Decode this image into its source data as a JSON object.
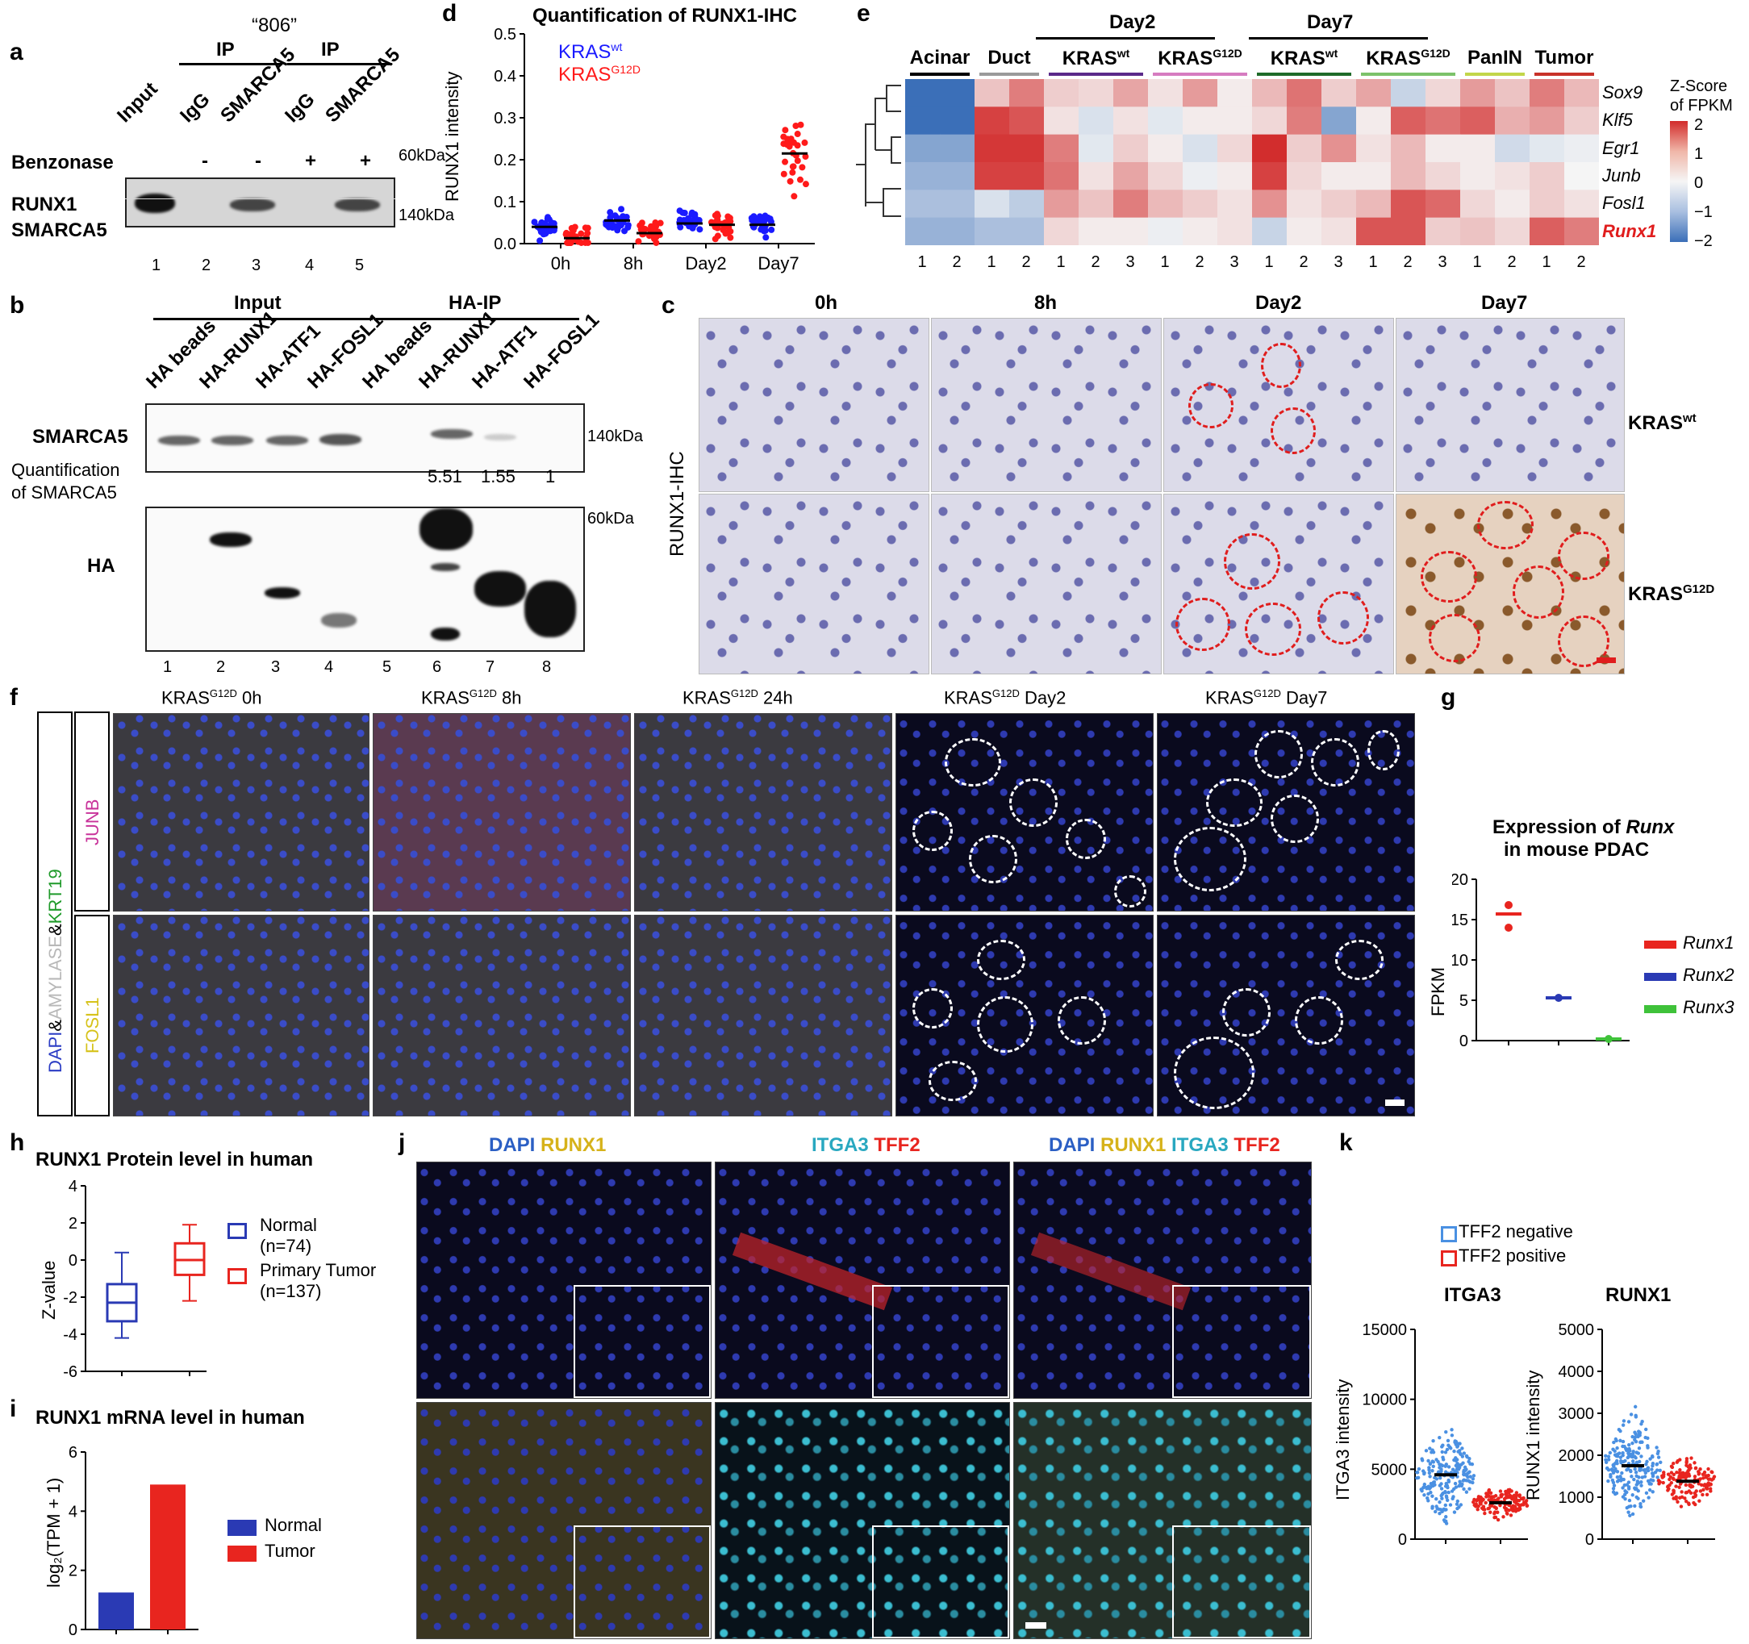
{
  "panel_labels": {
    "a": "a",
    "b": "b",
    "c": "c",
    "d": "d",
    "e": "e",
    "f": "f",
    "g": "g",
    "h": "h",
    "i": "i",
    "j": "j",
    "k": "k"
  },
  "panel_a": {
    "cell_line": "“806”",
    "ip_left": "IP",
    "ip_right": "IP",
    "lanes": [
      "Input",
      "IgG",
      "SMARCA5",
      "IgG",
      "SMARCA5"
    ],
    "benzonase_label": "Benzonase",
    "benzonase": [
      "-",
      "-",
      "+",
      "+"
    ],
    "rows": [
      "RUNX1",
      "SMARCA5"
    ],
    "markers": [
      "60kDa",
      "140kDa"
    ],
    "lane_numbers": [
      "1",
      "2",
      "3",
      "4",
      "5"
    ]
  },
  "panel_b": {
    "group_input": "Input",
    "group_ip": "HA-IP",
    "lanes": [
      "HA beads",
      "HA-RUNX1",
      "HA-ATF1",
      "HA-FOSL1",
      "HA beads",
      "HA-RUNX1",
      "HA-ATF1",
      "HA-FOSL1"
    ],
    "rows": [
      "SMARCA5",
      "HA"
    ],
    "quant_label_1": "Quantification",
    "quant_label_2": "of SMARCA5",
    "quant_values": [
      "5.51",
      "1.55",
      "1"
    ],
    "markers": [
      "140kDa",
      "60kDa"
    ],
    "lane_numbers": [
      "1",
      "2",
      "3",
      "4",
      "5",
      "6",
      "7",
      "8"
    ]
  },
  "panel_c": {
    "timepoints": [
      "0h",
      "8h",
      "Day2",
      "Day7"
    ],
    "ylabel": "RUNX1-IHC",
    "rows": [
      "KRAS",
      "KRAS"
    ],
    "row_sup": [
      "wt",
      "G12D"
    ]
  },
  "panel_d": {
    "title": "Quantification of RUNX1-IHC",
    "ylabel": "RUNX1 intensity",
    "yticks": [
      "0.0",
      "0.1",
      "0.2",
      "0.3",
      "0.4",
      "0.5"
    ],
    "xticks": [
      "0h",
      "8h",
      "Day2",
      "Day7"
    ],
    "legend": [
      {
        "base": "KRAS",
        "sup": "wt",
        "color": "#1a1aff"
      },
      {
        "base": "KRAS",
        "sup": "G12D",
        "color": "#ff1a1a"
      }
    ]
  },
  "panel_e": {
    "group_day2": "Day2",
    "group_day7": "Day7",
    "columns": [
      {
        "label": "Acinar",
        "sup": "",
        "color": "#000000"
      },
      {
        "label": "Duct",
        "sup": "",
        "color": "#9a9a9a"
      },
      {
        "label": "KRAS",
        "sup": "wt",
        "color": "#5b2a8a"
      },
      {
        "label": "KRAS",
        "sup": "G12D",
        "color": "#d67cc0"
      },
      {
        "label": "KRAS",
        "sup": "wt",
        "color": "#1f6b2a"
      },
      {
        "label": "KRAS",
        "sup": "G12D",
        "color": "#7cc26a"
      },
      {
        "label": "PanIN",
        "sup": "",
        "color": "#c2d64a"
      },
      {
        "label": "Tumor",
        "sup": "",
        "color": "#c8322a"
      }
    ],
    "genes": [
      "Sox9",
      "Klf5",
      "Egr1",
      "Junb",
      "Fosl1",
      "Runx1"
    ],
    "highlight_gene_color": "#e01d1d",
    "replicates": [
      "1",
      "2",
      "1",
      "2",
      "1",
      "2",
      "3",
      "1",
      "2",
      "3",
      "1",
      "2",
      "3",
      "1",
      "2",
      "3",
      "1",
      "2",
      "1",
      "2"
    ],
    "colorbar_title_1": "Z-Score",
    "colorbar_title_2": "of FPKM",
    "colorbar_ticks": [
      "2",
      "1",
      "0",
      "−1",
      "−2"
    ]
  },
  "panel_f": {
    "columns": [
      {
        "base": "KRAS",
        "sup": "G12D",
        "time": "0h"
      },
      {
        "base": "KRAS",
        "sup": "G12D",
        "time": "8h"
      },
      {
        "base": "KRAS",
        "sup": "G12D",
        "time": "24h"
      },
      {
        "base": "KRAS",
        "sup": "G12D",
        "time": "Day2"
      },
      {
        "base": "KRAS",
        "sup": "G12D",
        "time": "Day7"
      }
    ],
    "side_label_parts": [
      {
        "text": "DAPI",
        "color": "#2b3cc4"
      },
      {
        "text": "&",
        "color": "#000000"
      },
      {
        "text": "AMYLASE",
        "color": "#b8b8b8"
      },
      {
        "text": "&",
        "color": "#000000"
      },
      {
        "text": "KRT19",
        "color": "#1f9a2a"
      }
    ],
    "row_labels": [
      {
        "text": "JUNB",
        "color": "#c8329a"
      },
      {
        "text": "FOSL1",
        "color": "#d6c21a"
      }
    ]
  },
  "panel_g": {
    "title_1": "Expression of",
    "title_italic": "Runx",
    "title_2": "in mouse PDAC",
    "ylabel": "FPKM",
    "yticks": [
      "0",
      "5",
      "10",
      "15",
      "20"
    ],
    "legend": [
      {
        "label": "Runx1",
        "color": "#e8251f"
      },
      {
        "label": "Runx2",
        "color": "#2a3ab4"
      },
      {
        "label": "Runx3",
        "color": "#3fc23a"
      }
    ]
  },
  "panel_h": {
    "title": "RUNX1 Protein level in human",
    "ylabel": "Z-value",
    "yticks": [
      "4",
      "2",
      "0",
      "-2",
      "-4",
      "-6"
    ],
    "legend": [
      {
        "label": "Normal",
        "n": "(n=74)",
        "color": "#2a3ab4"
      },
      {
        "label": "Primary Tumor",
        "n": "(n=137)",
        "color": "#e8251f"
      }
    ]
  },
  "panel_i": {
    "title": "RUNX1 mRNA level in human",
    "ylabel": "log₂(TPM + 1)",
    "yticks": [
      "6",
      "4",
      "2",
      "0"
    ],
    "legend": [
      {
        "label": "Normal",
        "color": "#2a3ab4"
      },
      {
        "label": "Tumor",
        "color": "#e8251f"
      }
    ]
  },
  "panel_j": {
    "headers": [
      [
        {
          "text": "DAPI",
          "color": "#2b5fc4"
        },
        {
          "text": " RUNX1",
          "color": "#d6b21a"
        }
      ],
      [
        {
          "text": "ITGA3",
          "color": "#29a8c0"
        },
        {
          "text": " TFF2",
          "color": "#e8251f"
        }
      ],
      [
        {
          "text": "DAPI",
          "color": "#2b5fc4"
        },
        {
          "text": " RUNX1",
          "color": "#d6b21a"
        },
        {
          "text": " ITGA3",
          "color": "#29a8c0"
        },
        {
          "text": " TFF2",
          "color": "#e8251f"
        }
      ]
    ]
  },
  "panel_k": {
    "legend": [
      {
        "label": "TFF2 negative",
        "color": "#4a90e2"
      },
      {
        "label": "TFF2 positive",
        "color": "#e8251f"
      }
    ],
    "plots": [
      {
        "title": "ITGA3",
        "ylabel": "ITGA3 intensity",
        "yticks": [
          "15000",
          "10000",
          "5000",
          "0"
        ]
      },
      {
        "title": "RUNX1",
        "ylabel": "RUNX1 intensity",
        "yticks": [
          "5000",
          "4000",
          "3000",
          "2000",
          "1000",
          "0"
        ]
      }
    ]
  },
  "chart_data": [
    {
      "panel": "d",
      "type": "scatter",
      "title": "Quantification of RUNX1-IHC",
      "ylabel": "RUNX1 intensity",
      "ylim": [
        0,
        0.5
      ],
      "categories": [
        "0h",
        "8h",
        "Day2",
        "Day7"
      ],
      "series": [
        {
          "name": "KRASwt",
          "color": "#1a1aff",
          "medians": [
            0.04,
            0.055,
            0.048,
            0.045
          ]
        },
        {
          "name": "KRASG12D",
          "color": "#ff1a1a",
          "medians": [
            0.013,
            0.025,
            0.045,
            0.215
          ]
        }
      ]
    },
    {
      "panel": "e",
      "type": "heatmap",
      "rows": [
        "Sox9",
        "Klf5",
        "Egr1",
        "Junb",
        "Fosl1",
        "Runx1"
      ],
      "clim": [
        -2,
        2
      ],
      "values": [
        [
          -2,
          -2,
          0.5,
          1.2,
          0.4,
          0.3,
          0.8,
          0.2,
          0.9,
          0.1,
          0.6,
          1.3,
          0.4,
          0.8,
          -0.5,
          0.3,
          0.9,
          0.5,
          1.2,
          0.6
        ],
        [
          -2,
          -2,
          1.8,
          1.6,
          0.2,
          -0.3,
          0.2,
          -0.2,
          0.1,
          0.1,
          0.3,
          1.2,
          -1.2,
          0.1,
          1.5,
          1.3,
          1.5,
          0.7,
          0.9,
          0.4
        ],
        [
          -1.2,
          -1.2,
          1.9,
          1.9,
          1.2,
          -0.2,
          0.4,
          0.1,
          -0.3,
          0.3,
          2.0,
          0.4,
          1.0,
          0.2,
          0.6,
          0.1,
          0.1,
          -0.4,
          -0.2,
          -0.1
        ],
        [
          -1,
          -1,
          1.8,
          1.8,
          1.3,
          0.2,
          0.8,
          0.3,
          -0.1,
          0.1,
          1.8,
          0.3,
          0.1,
          0.1,
          0.6,
          0.3,
          0.1,
          0.2,
          0.4,
          0.0
        ],
        [
          -0.8,
          -0.8,
          -0.3,
          -0.6,
          0.9,
          0.5,
          1.2,
          0.6,
          0.4,
          0.2,
          1.0,
          0.2,
          0.4,
          0.6,
          1.6,
          1.4,
          0.3,
          0.1,
          0.4,
          0.2
        ],
        [
          -1,
          -1,
          -0.8,
          -0.8,
          0.3,
          0.1,
          0.1,
          -0.1,
          0.1,
          0.2,
          -0.5,
          0.1,
          0.2,
          1.6,
          1.6,
          0.4,
          0.5,
          0.3,
          1.5,
          1.2
        ]
      ]
    },
    {
      "panel": "g",
      "type": "scatter",
      "title": "Expression of Runx in mouse PDAC",
      "ylabel": "FPKM",
      "ylim": [
        0,
        20
      ],
      "categories": [
        "Runx1",
        "Runx2",
        "Runx3"
      ],
      "series": [
        {
          "name": "Runx1",
          "color": "#e8251f",
          "values": [
            16.8,
            14.0
          ],
          "mean": 15.7
        },
        {
          "name": "Runx2",
          "color": "#2a3ab4",
          "values": [
            5.3
          ],
          "mean": 5.3
        },
        {
          "name": "Runx3",
          "color": "#3fc23a",
          "values": [
            0.2
          ],
          "mean": 0.2
        }
      ]
    },
    {
      "panel": "h",
      "type": "box",
      "title": "RUNX1 Protein level in human",
      "ylabel": "Z-value",
      "ylim": [
        -6,
        4
      ],
      "series": [
        {
          "name": "Normal",
          "color": "#2a3ab4",
          "min": -4.2,
          "q1": -3.3,
          "median": -2.3,
          "q3": -1.3,
          "max": 0.4
        },
        {
          "name": "Primary Tumor",
          "color": "#e8251f",
          "min": -2.2,
          "q1": -0.8,
          "median": 0.0,
          "q3": 0.9,
          "max": 1.9
        }
      ]
    },
    {
      "panel": "i",
      "type": "bar",
      "title": "RUNX1 mRNA level in human",
      "ylabel": "log2(TPM + 1)",
      "ylim": [
        0,
        6
      ],
      "categories": [
        "Normal",
        "Tumor"
      ],
      "values": [
        1.25,
        4.9
      ],
      "colors": [
        "#2a3ab4",
        "#e8251f"
      ]
    },
    {
      "panel": "k",
      "type": "scatter",
      "title": "ITGA3",
      "ylabel": "ITGA3 intensity",
      "ylim": [
        0,
        15000
      ],
      "categories": [
        "TFF2 negative",
        "TFF2 positive"
      ],
      "medians": [
        4600,
        2600
      ]
    },
    {
      "panel": "k",
      "type": "scatter",
      "title": "RUNX1",
      "ylabel": "RUNX1 intensity",
      "ylim": [
        0,
        5000
      ],
      "categories": [
        "TFF2 negative",
        "TFF2 positive"
      ],
      "medians": [
        1750,
        1380
      ]
    }
  ]
}
